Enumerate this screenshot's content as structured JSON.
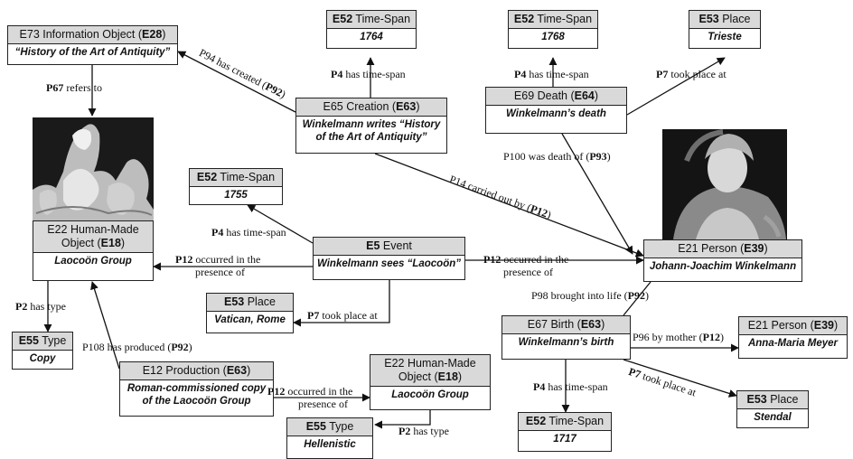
{
  "nodes": {
    "info_object": {
      "class_name": "E73 Information Object",
      "class_code": "E28",
      "value": "“History of the Art of Antiquity”"
    },
    "ts_1764": {
      "class_name": "E52",
      "class_text": "Time-Span",
      "value": "1764"
    },
    "ts_1768": {
      "class_name": "E52",
      "class_text": "Time-Span",
      "value": "1768"
    },
    "place_trieste": {
      "class_name": "E53",
      "class_text": "Place",
      "value": "Trieste"
    },
    "creation": {
      "class_name": "E65 Creation",
      "class_code": "E63",
      "value_line1": "Winkelmann writes “History",
      "value_line2": "of the Art of Antiquity”"
    },
    "death": {
      "class_name": "E69 Death",
      "class_code": "E64",
      "value": "Winkelmann’s death"
    },
    "ts_1755": {
      "class_name": "E52",
      "class_text": "Time-Span",
      "value": "1755"
    },
    "laocoon": {
      "class_line1": "E22 Human-Made",
      "class_line2": "Object",
      "class_code": "E18",
      "value": "Laocoön Group"
    },
    "event": {
      "class_name": "E5",
      "class_text": "Event",
      "value": "Winkelmann sees “Laocoön”"
    },
    "person_jjw": {
      "class_name": "E21 Person",
      "class_code": "E39",
      "value": "Johann-Joachim Winkelmann"
    },
    "place_vatican": {
      "class_name": "E53",
      "class_text": "Place",
      "value": "Vatican, Rome"
    },
    "type_copy": {
      "class_name": "E55",
      "class_text": "Type",
      "value": "Copy"
    },
    "birth": {
      "class_name": "E67 Birth",
      "class_code": "E63",
      "value": "Winkelmann’s birth"
    },
    "person_amm": {
      "class_name": "E21 Person",
      "class_code": "E39",
      "value": "Anna-Maria Meyer"
    },
    "production": {
      "class_name": "E12 Production",
      "class_code": "E63",
      "value_line1": "Roman-commissioned copy",
      "value_line2": "of the Laocoön Group"
    },
    "laocoon2": {
      "class_line1": "E22 Human-Made",
      "class_line2": "Object",
      "class_code": "E18",
      "value": "Laocoön Group"
    },
    "place_stendal": {
      "class_name": "E53",
      "class_text": "Place",
      "value": "Stendal"
    },
    "type_hellenistic": {
      "class_name": "E55",
      "class_text": "Type",
      "value": "Hellenistic"
    },
    "ts_1717": {
      "class_name": "E52",
      "class_text": "Time-Span",
      "value": "1717"
    }
  },
  "edges": {
    "p94": {
      "text": "P94 has created (",
      "code": "P92",
      "end": ")"
    },
    "p67": {
      "code": "P67",
      "text": " refers to"
    },
    "p4_1764": {
      "code": "P4",
      "text": " has time-span"
    },
    "p4_1768": {
      "code": "P4",
      "text": " has time-span"
    },
    "p7_trieste": {
      "code": "P7",
      "text": " took place at"
    },
    "p100": {
      "text": "P100 was death of (",
      "code": "P93",
      "end": ")"
    },
    "p14": {
      "text": "P14 carried out by (",
      "code": "P12",
      "end": ")"
    },
    "p4_1755": {
      "code": "P4",
      "text": " has time-span"
    },
    "p12_left_1": {
      "code": "P12",
      "text": " occurred  in the"
    },
    "p12_left_2": {
      "text": "presence of"
    },
    "p12_right_1": {
      "code": "P12",
      "text": " occurred  in the"
    },
    "p12_right_2": {
      "text": "presence of"
    },
    "p7_vatican": {
      "code": "P7",
      "text": " took place at"
    },
    "p2_copy": {
      "code": "P2",
      "text": " has type"
    },
    "p98": {
      "text": "P98 brought into life (",
      "code": "P92",
      "end": ")"
    },
    "p108": {
      "text": "P108 has produced (",
      "code": "P92",
      "end": ")"
    },
    "p96": {
      "text": "P96 by mother (",
      "code": "P12",
      "end": ")"
    },
    "p12_prod_1": {
      "code": "P12",
      "text": " occurred  in the"
    },
    "p12_prod_2": {
      "text": "presence of"
    },
    "p4_1717": {
      "code": "P4",
      "text": " has time-span"
    },
    "p7_stendal": {
      "code": "P7",
      "text": " took place at"
    },
    "p2_hellenistic": {
      "code": "P2",
      "text": " has type"
    }
  },
  "images": {
    "laocoon_photo": "laocoon-statue-photo",
    "winkelmann_portrait": "winkelmann-portrait"
  },
  "colors": {
    "header_fill": "#d9d9d9",
    "border": "#222222",
    "line": "#111111"
  }
}
